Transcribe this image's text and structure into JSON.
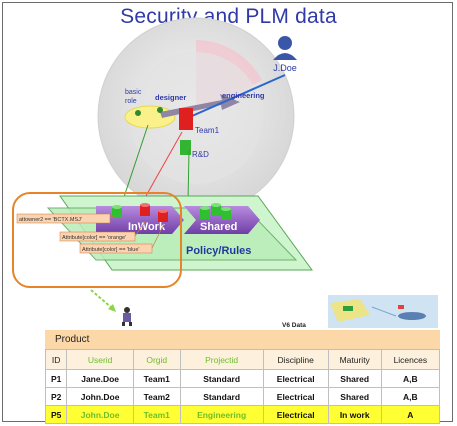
{
  "title": "Security and  PLM data",
  "user": {
    "name": "J.Doe"
  },
  "roles": {
    "basic_role": "basic\nrole",
    "designer": "designer",
    "engineering": "engineering"
  },
  "org": {
    "team": "Team1",
    "dept": "R&D"
  },
  "states": {
    "inwork": "InWork",
    "shared": "Shared",
    "policy": "Policy/Rules"
  },
  "rules": [
    "attowner2 == 'BCTX.MSJ'",
    "Attribute[color] == 'orange'",
    "Attribute[color] == 'blue'"
  ],
  "v6_label": "V6 Data",
  "table": {
    "caption": "Product",
    "columns": [
      {
        "label": "ID",
        "green": false
      },
      {
        "label": "Userid",
        "green": true
      },
      {
        "label": "Orgid",
        "green": true
      },
      {
        "label": "Projectid",
        "green": true
      },
      {
        "label": "Discipline",
        "green": false
      },
      {
        "label": "Maturity",
        "green": false
      },
      {
        "label": "Licences",
        "green": false
      }
    ],
    "rows": [
      {
        "cells": [
          "P1",
          "Jane.Doe",
          "Team1",
          "Standard",
          "Electrical",
          "Shared",
          "A,B"
        ],
        "highlight": false
      },
      {
        "cells": [
          "P2",
          "John.Doe",
          "Team2",
          "Standard",
          "Electrical",
          "Shared",
          "A,B"
        ],
        "highlight": false
      },
      {
        "cells": [
          "P5",
          "John.Doe",
          "Team1",
          "Engineering",
          "Electrical",
          "In work",
          "A"
        ],
        "highlight": true
      }
    ]
  },
  "colors": {
    "title": "#2f3aa8",
    "highlight_row": "#ffff33",
    "context_green": "#6cbf2a",
    "callout_orange": "#e8832a"
  }
}
